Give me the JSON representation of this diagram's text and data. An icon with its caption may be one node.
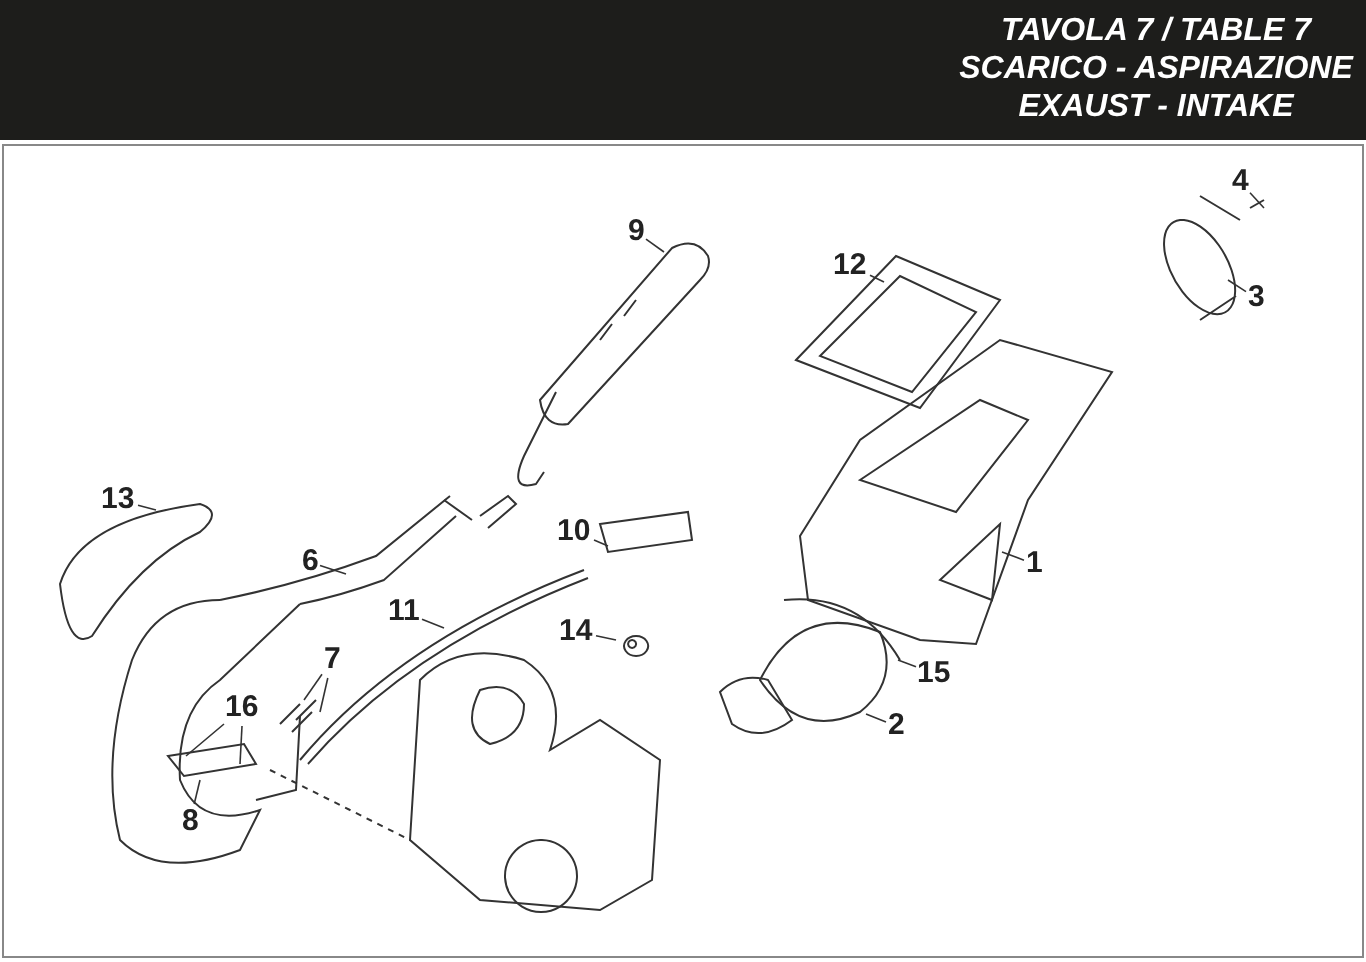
{
  "diagram": {
    "title": "TAVOLA 7 / TABLE 7 SCARICO - ASPIRAZIONE EXAUST - INTAKE",
    "nodes": [
      {
        "text": [
          "4"
        ]
      },
      {
        "text": [
          "9"
        ]
      },
      {
        "text": [
          "12"
        ]
      },
      {
        "text": [
          "3"
        ]
      },
      {
        "text": [
          "13"
        ]
      },
      {
        "text": [
          "10"
        ]
      },
      {
        "text": [
          "6"
        ]
      },
      {
        "text": [
          "1"
        ]
      },
      {
        "text": [
          "11"
        ]
      },
      {
        "text": [
          "14"
        ]
      },
      {
        "text": [
          "7"
        ]
      },
      {
        "text": [
          "15"
        ]
      },
      {
        "text": [
          "16"
        ]
      },
      {
        "text": [
          "2"
        ]
      },
      {
        "text": [
          "8"
        ]
      }
    ],
    "edges": [
      {
        "from": 0,
        "to": null,
        "arrow": "none"
      },
      {
        "from": 1,
        "to": null,
        "arrow": "none"
      },
      {
        "from": 2,
        "to": null,
        "arrow": "none"
      },
      {
        "from": 3,
        "to": null,
        "arrow": "none"
      },
      {
        "from": 4,
        "to": null,
        "arrow": "none"
      },
      {
        "from": 5,
        "to": null,
        "arrow": "none"
      },
      {
        "from": 6,
        "to": null,
        "arrow": "none"
      },
      {
        "from": 7,
        "to": null,
        "arrow": "none"
      },
      {
        "from": 8,
        "to": null,
        "arrow": "none"
      },
      {
        "from": 9,
        "to": null,
        "arrow": "none"
      },
      {
        "from": 10,
        "to": null,
        "arrow": "none"
      },
      {
        "from": 10,
        "to": null,
        "arrow": "none"
      },
      {
        "from": 11,
        "to": null,
        "arrow": "none"
      },
      {
        "from": 12,
        "to": null,
        "arrow": "none"
      },
      {
        "from": 12,
        "to": null,
        "arrow": "none"
      },
      {
        "from": 13,
        "to": null,
        "arrow": "none"
      },
      {
        "from": 14,
        "to": null,
        "arrow": "none"
      }
    ]
  }
}
